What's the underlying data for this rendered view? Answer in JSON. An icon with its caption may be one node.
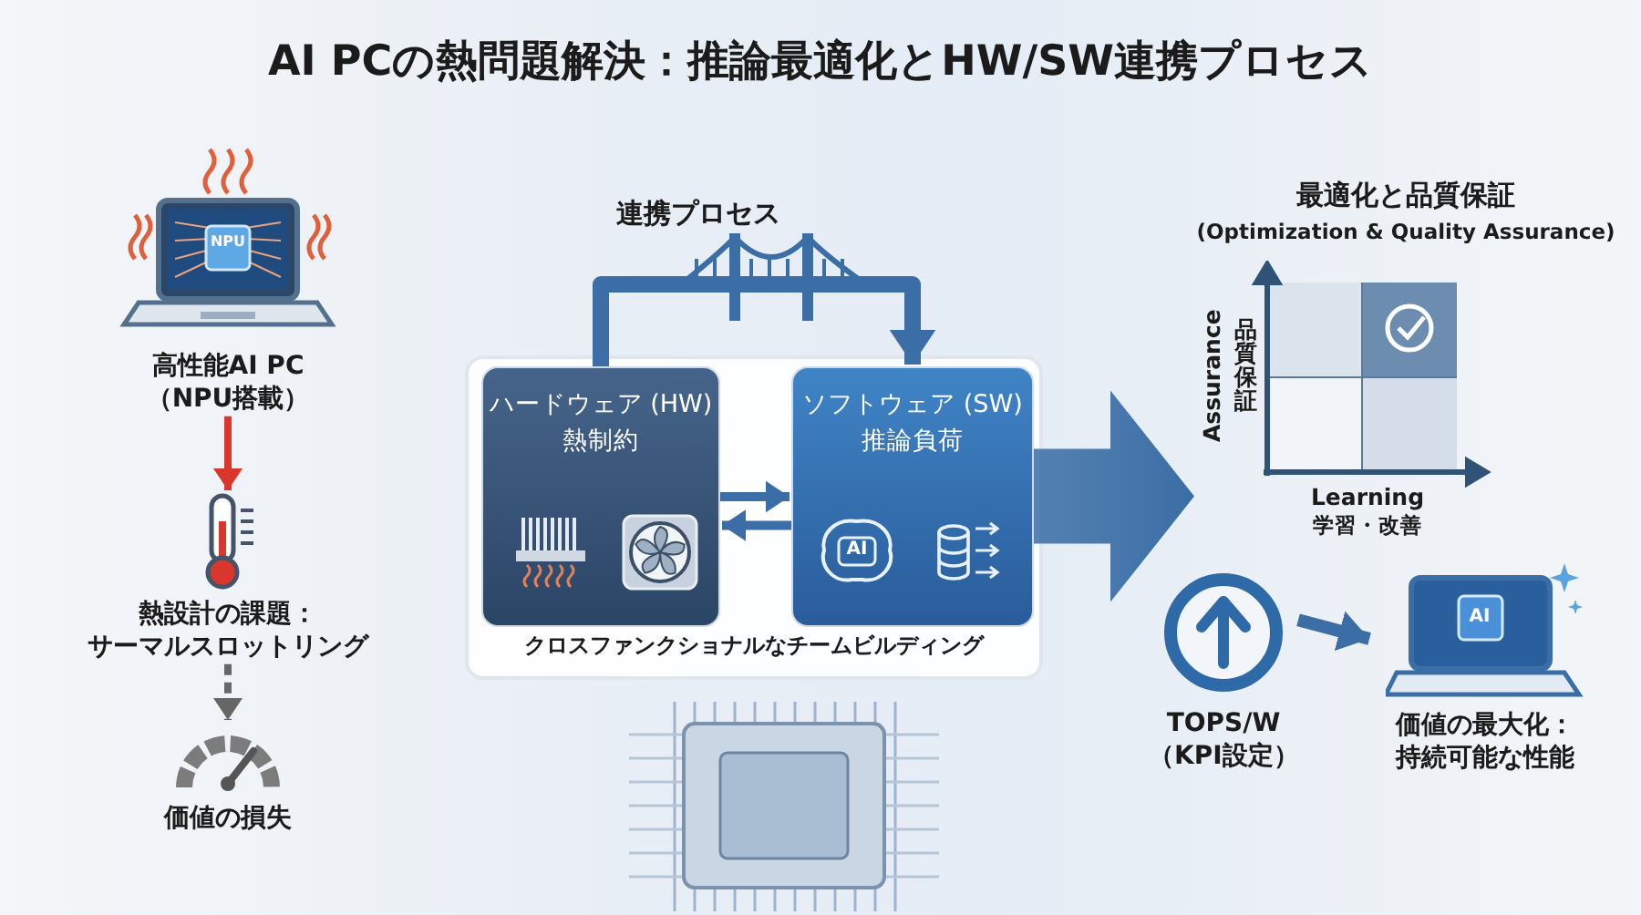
{
  "diagram": {
    "title": "AI PCの熱問題解決：推論最適化とHW/SW連携プロセス",
    "nodes": [
      {
        "text": [
          "高性能AI PC（NPU搭載）"
        ]
      },
      {
        "text": [
          "熱設計の課題：サーマルスロットリング"
        ]
      },
      {
        "text": [
          "価値の損失"
        ]
      },
      {
        "text": [
          "クロスファンクショナルなチームビルディング"
        ]
      },
      {
        "text": [
          "ハードウェア (HW)",
          "熱制約"
        ],
        "in": 3
      },
      {
        "text": [
          "ソフトウェア (SW)",
          "推論負荷"
        ],
        "in": 3
      },
      {
        "text": [
          "最適化と品質保証",
          "(Optimization & Quality Assurance)",
          "Assurance",
          "品質保証",
          "Learning",
          "学習・改善"
        ]
      },
      {
        "text": [
          "TOPS/W（KPI設定）"
        ]
      },
      {
        "text": [
          "価値の最大化：持続可能な性能"
        ]
      }
    ],
    "edges": [
      {
        "from": 0,
        "to": 1,
        "arrow": "to",
        "color": "#d9372b"
      },
      {
        "from": 1,
        "to": 2,
        "arrow": "to",
        "style": "dashed",
        "color": "#666666"
      },
      {
        "from": 4,
        "to": 5,
        "arrow": "to",
        "label": "連携プロセス",
        "style": "thick"
      },
      {
        "from": 4,
        "to": 5,
        "arrow": "to"
      },
      {
        "from": 5,
        "to": 4,
        "arrow": "to"
      },
      {
        "from": 5,
        "to": 6,
        "arrow": "to",
        "style": "thick"
      },
      {
        "from": 7,
        "to": 8,
        "arrow": "to"
      }
    ],
    "labels": [
      "NPU",
      "AI",
      "AI"
    ]
  }
}
